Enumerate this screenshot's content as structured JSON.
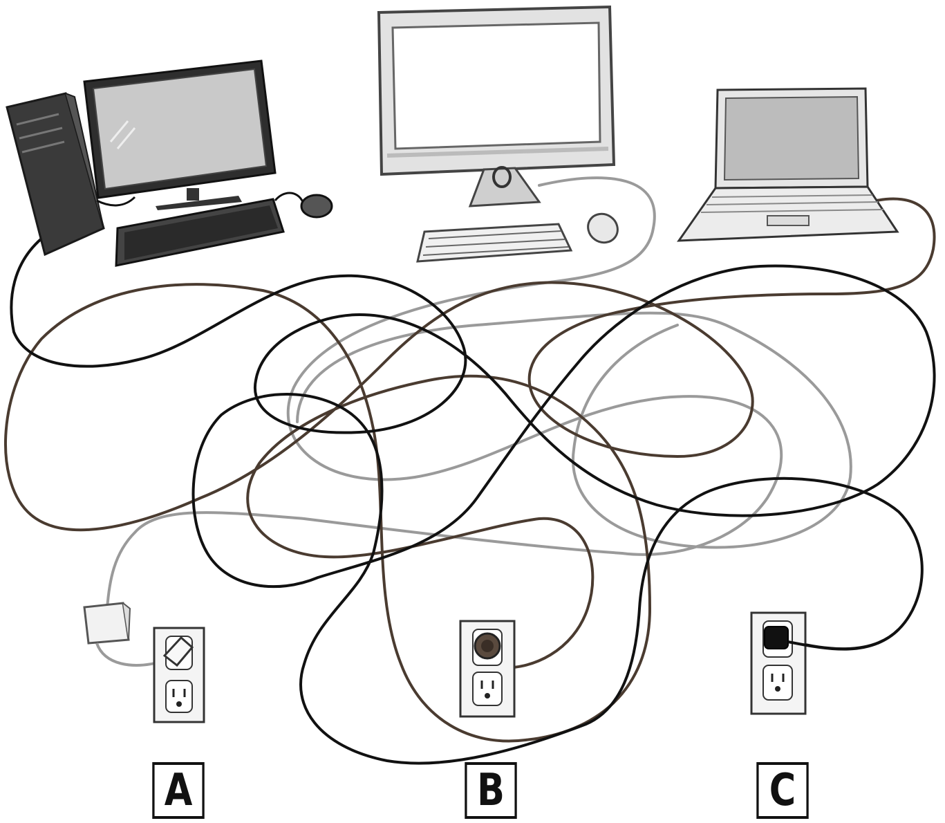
{
  "devices": [
    {
      "name": "desktop-tower-computer-icon"
    },
    {
      "name": "desktop-monitor-icon"
    },
    {
      "name": "laptop-icon"
    }
  ],
  "outlets": [
    {
      "label": "A",
      "state": "power-brick-plugged-into-upper-socket"
    },
    {
      "label": "B",
      "state": "round-plug-in-upper-socket"
    },
    {
      "label": "C",
      "state": "black-plug-in-upper-socket"
    }
  ],
  "colors": {
    "black_cord": "#111111",
    "brown_cord": "#4a3b30",
    "gray_cord": "#9a9a9a",
    "outline": "#2a2a2a",
    "screen_fill": "#c9c9c9"
  }
}
